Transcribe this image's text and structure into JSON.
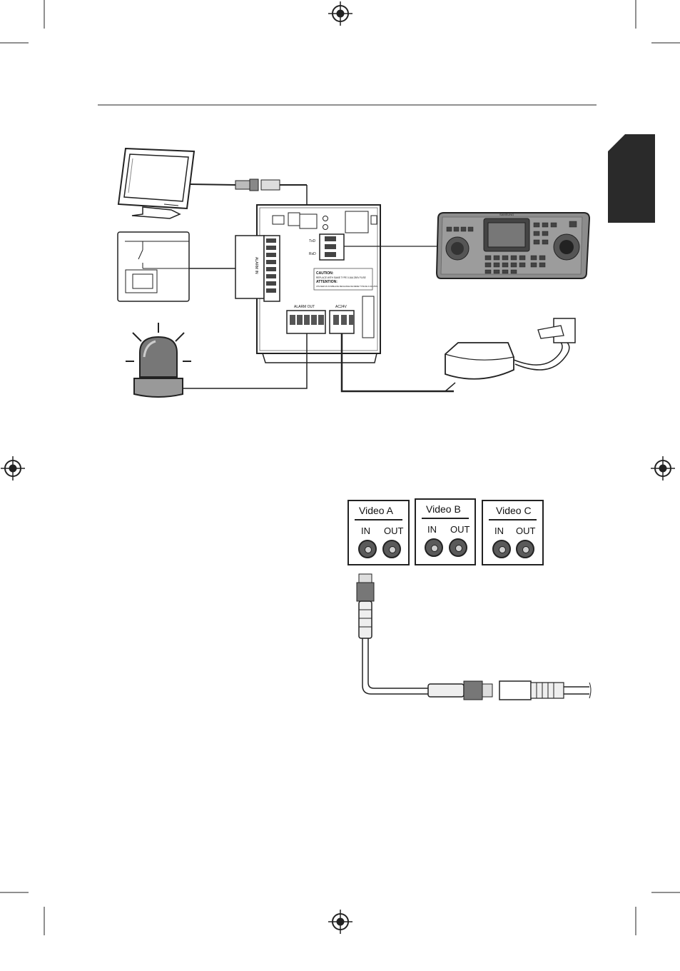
{
  "board": {
    "txd_label": "TxD",
    "rxd_label": "RxD",
    "caution_label": "CAUTION:",
    "caution_text": "REPLACE WITH SAME TYPE 0.16A 250V FUSE",
    "attention_label": "ATTENTION:",
    "attention_text": "UTILISER UN FUSIBLE DE RECHANGE DE MEME TYPE DE 0.16A 250V",
    "alarm_out_label": "ALARM OUT",
    "ac24v_label": "AC24V",
    "alarm_in_label": "ALARM IN"
  },
  "controller": {
    "brand": "SAMSUNG"
  },
  "video_boxes": [
    {
      "title": "Video A",
      "in_label": "IN",
      "out_label": "OUT"
    },
    {
      "title": "Video B",
      "in_label": "IN",
      "out_label": "OUT"
    },
    {
      "title": "Video C",
      "in_label": "IN",
      "out_label": "OUT"
    }
  ],
  "colors": {
    "ink": "#222222",
    "tab": "#2a2a2a",
    "device_gray": "#8c8c8c"
  }
}
